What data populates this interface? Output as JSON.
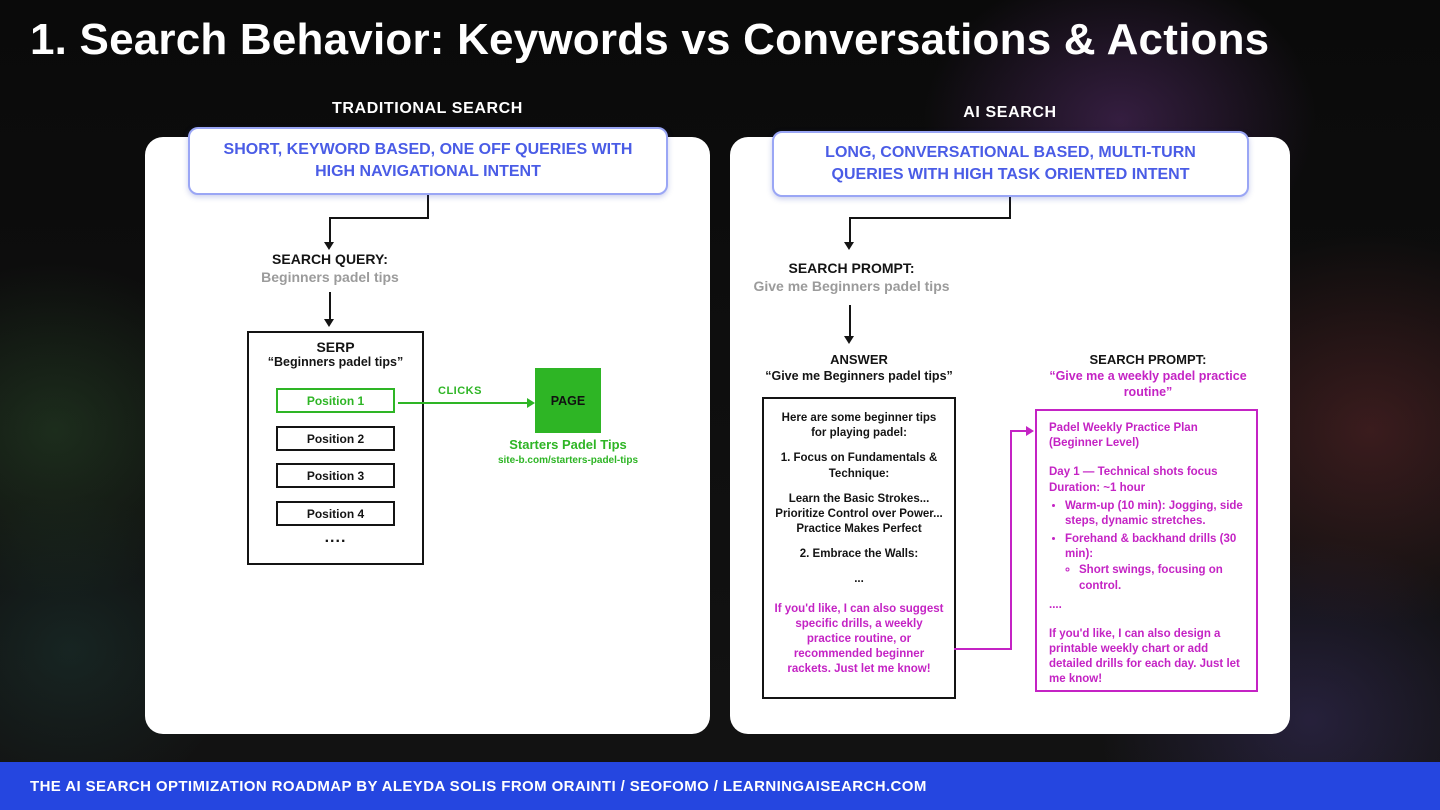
{
  "slide": {
    "title": "1. Search Behavior: Keywords vs Conversations & Actions",
    "footer": "THE AI SEARCH OPTIMIZATION ROADMAP BY ALEYDA SOLIS FROM ORAINTI / SEOFOMO / LEARNINGAISEARCH.COM"
  },
  "colors": {
    "accent_blue": "#4a5ce6",
    "green": "#2eb525",
    "magenta": "#c423c4",
    "footer_blue": "#2546e0"
  },
  "traditional": {
    "heading": "TRADITIONAL SEARCH",
    "callout": "SHORT, KEYWORD BASED, ONE OFF QUERIES WITH HIGH NAVIGATIONAL INTENT",
    "query_label": "SEARCH QUERY:",
    "query_value": "Beginners padel tips",
    "serp": {
      "title": "SERP",
      "subtitle": "“Beginners padel tips”",
      "positions": [
        "Position 1",
        "Position 2",
        "Position 3",
        "Position 4"
      ],
      "more": "...."
    },
    "clicks_label": "CLICKS",
    "page_label": "PAGE",
    "result_title": "Starters Padel Tips",
    "result_url": "site-b.com/starters-padel-tips"
  },
  "ai": {
    "heading": "AI SEARCH",
    "callout": "LONG, CONVERSATIONAL BASED, MULTI-TURN QUERIES WITH HIGH TASK ORIENTED INTENT",
    "prompt_label": "SEARCH PROMPT:",
    "prompt_value": "Give me Beginners padel tips",
    "answer_label": "ANSWER",
    "answer_quote": "“Give me Beginners padel tips”",
    "answer": {
      "intro": "Here are some beginner tips for playing padel:",
      "point1": "1. Focus on Fundamentals & Technique:",
      "detail1": "Learn the Basic Strokes... Prioritize Control over Power... Practice Makes Perfect",
      "point2": "2. Embrace the Walls:",
      "ellipsis": "...",
      "followup": "If you'd like, I can also suggest specific drills, a weekly practice routine, or recommended beginner rackets. Just let me know!"
    },
    "prompt2_label": "SEARCH PROMPT:",
    "prompt2_value": "“Give me a weekly padel practice routine”",
    "plan": {
      "title": "Padel Weekly Practice Plan (Beginner Level)",
      "day": "Day 1 — Technical shots focus",
      "duration": "Duration: ~1 hour",
      "bullet1": "Warm-up (10 min): Jogging, side steps, dynamic stretches.",
      "bullet2": "Forehand & backhand drills (30 min):",
      "sub_bullet": "Short swings, focusing on control.",
      "ellipsis": "....",
      "followup": "If you'd like, I can also design a printable weekly chart or add detailed drills for each day. Just let me know!"
    }
  }
}
